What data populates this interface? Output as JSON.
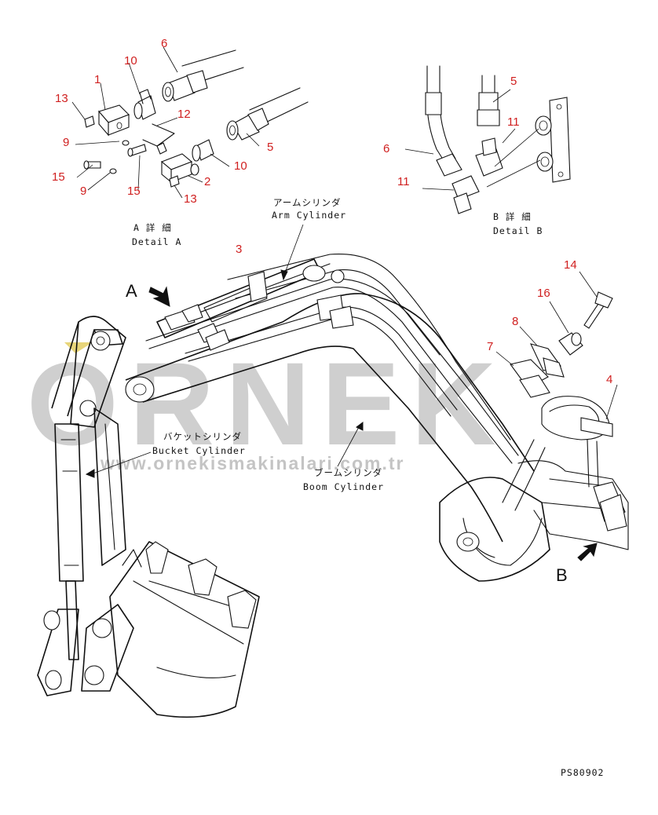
{
  "watermark": {
    "brand": "ORNEK",
    "url": "www.ornekismakinalari.com.tr"
  },
  "detail_a": {
    "label_jp": "A 詳 細",
    "label_en": "Detail A"
  },
  "detail_b": {
    "label_jp": "B 詳 細",
    "label_en": "Detail B"
  },
  "view_markers": {
    "a": "A",
    "b": "B"
  },
  "components": {
    "arm_cylinder_jp": "アームシリンダ",
    "arm_cylinder_en": "Arm Cylinder",
    "bucket_cylinder_jp": "バケットシリンダ",
    "bucket_cylinder_en": "Bucket Cylinder",
    "boom_cylinder_jp": "ブームシリンダ",
    "boom_cylinder_en": "Boom Cylinder"
  },
  "callouts": {
    "a1": "1",
    "a6": "6",
    "a10_top": "10",
    "a13_top": "13",
    "a12": "12",
    "a9_top": "9",
    "a5": "5",
    "a10_bottom": "10",
    "a15_left": "15",
    "a9_bottom": "9",
    "a15_bottom": "15",
    "a2": "2",
    "a13_bottom": "13",
    "b6": "6",
    "b5": "5",
    "b11_top": "11",
    "b11_left": "11",
    "m3": "3",
    "m14": "14",
    "m16": "16",
    "m8": "8",
    "m7": "7",
    "m4": "4"
  },
  "drawing_code": "PS80902"
}
